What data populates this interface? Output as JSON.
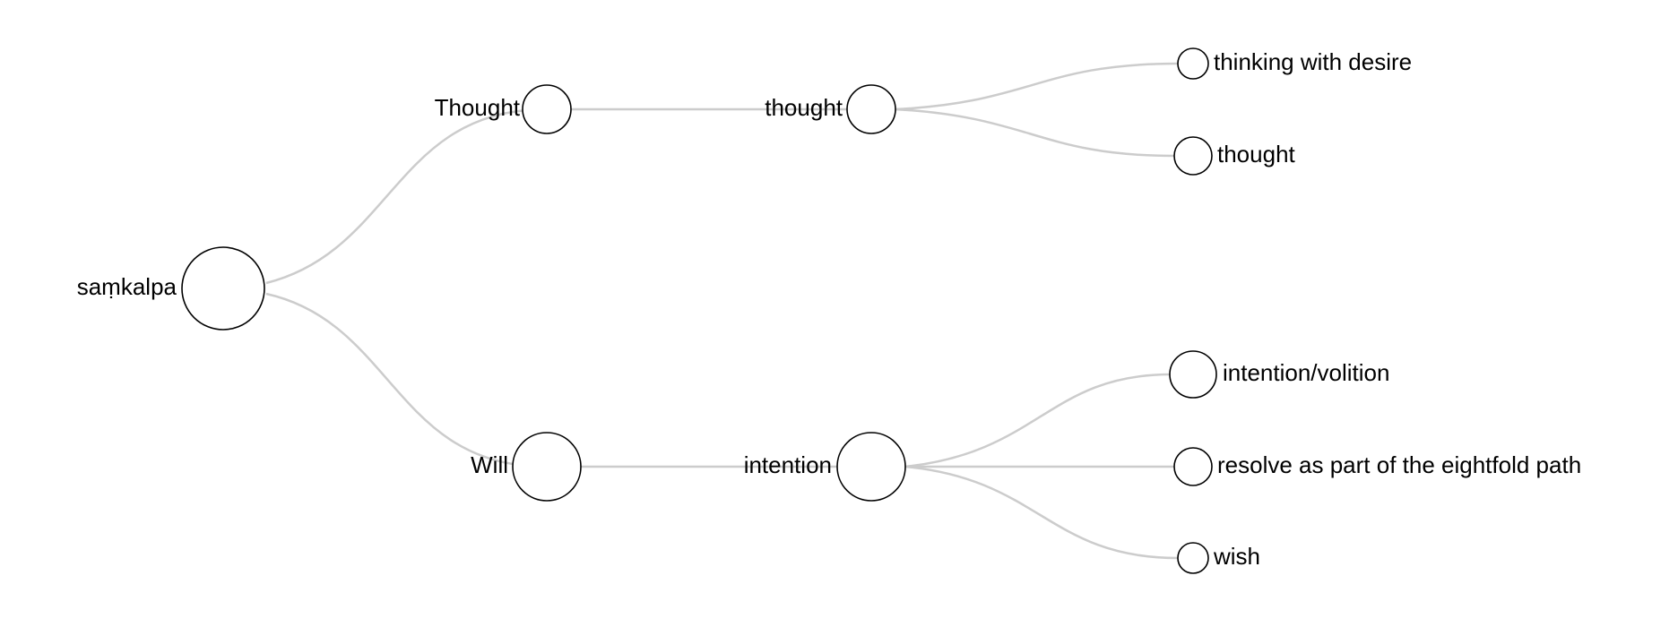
{
  "tree": {
    "root": {
      "label": "saṃkalpa",
      "children": [
        {
          "label": "Thought",
          "children": [
            {
              "label": "thought",
              "children": [
                {
                  "label": "thinking with desire"
                },
                {
                  "label": "thought"
                }
              ]
            }
          ]
        },
        {
          "label": "Will",
          "children": [
            {
              "label": "intention",
              "children": [
                {
                  "label": "intention/volition"
                },
                {
                  "label": "resolve as part of the eightfold path"
                },
                {
                  "label": "wish"
                }
              ]
            }
          ]
        }
      ]
    }
  },
  "colors": {
    "link": "#cccccc",
    "node_stroke": "#000000",
    "node_fill": "#ffffff",
    "text": "#000000"
  }
}
